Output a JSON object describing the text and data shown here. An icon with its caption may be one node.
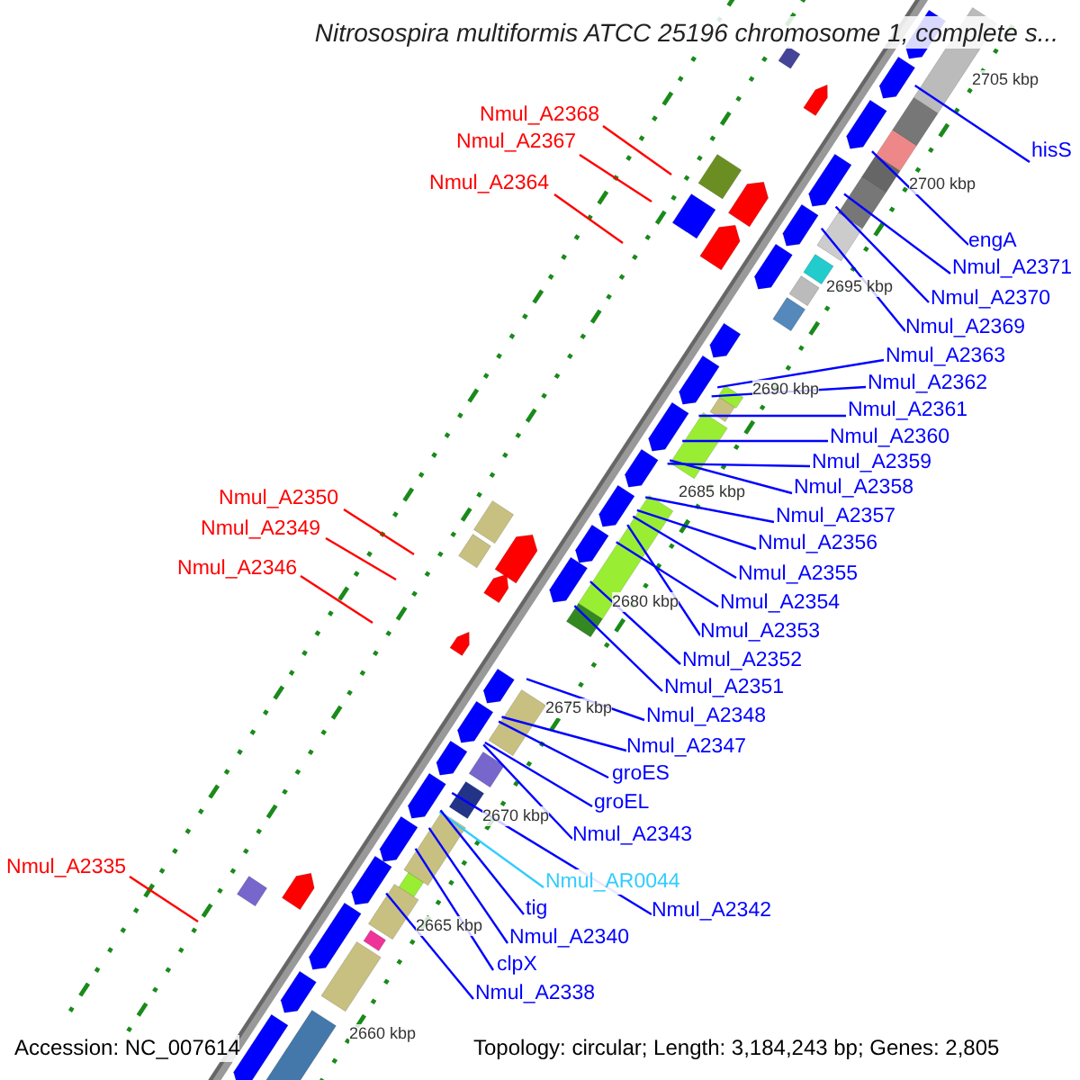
{
  "diagram": {
    "title": "Nitrosospira multiformis ATCC 25196 chromosome 1, complete s...",
    "nodes": [
      {
        "text": [
          "Nmul_A2368"
        ]
      },
      {
        "text": [
          "Nmul_A2367"
        ]
      },
      {
        "text": [
          "hisS"
        ]
      },
      {
        "text": [
          "Nmul_A2364"
        ]
      },
      {
        "text": [
          "engA"
        ]
      },
      {
        "text": [
          "Nmul_A2371"
        ]
      },
      {
        "text": [
          "Nmul_A2370"
        ]
      },
      {
        "text": [
          "Nmul_A2369"
        ]
      },
      {
        "text": [
          "Nmul_A2363"
        ]
      },
      {
        "text": [
          "Nmul_A2362"
        ]
      },
      {
        "text": [
          "Nmul_A2361"
        ]
      },
      {
        "text": [
          "Nmul_A2360"
        ]
      },
      {
        "text": [
          "Nmul_A2359"
        ]
      },
      {
        "text": [
          "Nmul_A2358"
        ]
      },
      {
        "text": [
          "Nmul_A2350"
        ]
      },
      {
        "text": [
          "Nmul_A2357"
        ]
      },
      {
        "text": [
          "Nmul_A2349"
        ]
      },
      {
        "text": [
          "Nmul_A2356"
        ]
      },
      {
        "text": [
          "Nmul_A2346"
        ]
      },
      {
        "text": [
          "Nmul_A2355"
        ]
      },
      {
        "text": [
          "Nmul_A2354"
        ]
      },
      {
        "text": [
          "Nmul_A2353"
        ]
      },
      {
        "text": [
          "Nmul_A2352"
        ]
      },
      {
        "text": [
          "Nmul_A2351"
        ]
      },
      {
        "text": [
          "Nmul_A2348"
        ]
      },
      {
        "text": [
          "Nmul_A2347"
        ]
      },
      {
        "text": [
          "groES"
        ]
      },
      {
        "text": [
          "groEL"
        ]
      },
      {
        "text": [
          "Nmul_A2343"
        ]
      },
      {
        "text": [
          "Nmul_A2335"
        ]
      },
      {
        "text": [
          "Nmul_AR0044"
        ]
      },
      {
        "text": [
          "tig"
        ]
      },
      {
        "text": [
          "Nmul_A2342"
        ]
      },
      {
        "text": [
          "Nmul_A2340"
        ]
      },
      {
        "text": [
          "clpX"
        ]
      },
      {
        "text": [
          "Nmul_A2338"
        ]
      }
    ],
    "edges": [
      {
        "from": 0,
        "to": null,
        "arrow": "none",
        "color": "#ff0000"
      },
      {
        "from": 1,
        "to": null,
        "arrow": "none",
        "color": "#ff0000"
      },
      {
        "from": 2,
        "to": null,
        "arrow": "none"
      },
      {
        "from": 3,
        "to": null,
        "arrow": "none",
        "color": "#ff0000"
      },
      {
        "from": 4,
        "to": null,
        "arrow": "none"
      },
      {
        "from": 5,
        "to": null,
        "arrow": "none"
      },
      {
        "from": 6,
        "to": null,
        "arrow": "none"
      },
      {
        "from": 7,
        "to": null,
        "arrow": "none"
      },
      {
        "from": 8,
        "to": null,
        "arrow": "none"
      },
      {
        "from": 9,
        "to": null,
        "arrow": "none"
      },
      {
        "from": 10,
        "to": null,
        "arrow": "none"
      },
      {
        "from": 11,
        "to": null,
        "arrow": "none"
      },
      {
        "from": 12,
        "to": null,
        "arrow": "none"
      },
      {
        "from": 13,
        "to": null,
        "arrow": "none"
      },
      {
        "from": 14,
        "to": null,
        "arrow": "none",
        "color": "#ff0000"
      },
      {
        "from": 15,
        "to": null,
        "arrow": "none"
      },
      {
        "from": 16,
        "to": null,
        "arrow": "none",
        "color": "#ff0000"
      },
      {
        "from": 17,
        "to": null,
        "arrow": "none"
      },
      {
        "from": 18,
        "to": null,
        "arrow": "none",
        "color": "#ff0000"
      },
      {
        "from": 19,
        "to": null,
        "arrow": "none"
      },
      {
        "from": 20,
        "to": null,
        "arrow": "none"
      },
      {
        "from": 21,
        "to": null,
        "arrow": "none"
      },
      {
        "from": 22,
        "to": null,
        "arrow": "none"
      },
      {
        "from": 23,
        "to": null,
        "arrow": "none"
      },
      {
        "from": 24,
        "to": null,
        "arrow": "none"
      },
      {
        "from": 25,
        "to": null,
        "arrow": "none"
      },
      {
        "from": 26,
        "to": null,
        "arrow": "none"
      },
      {
        "from": 27,
        "to": null,
        "arrow": "none"
      },
      {
        "from": 28,
        "to": null,
        "arrow": "none"
      },
      {
        "from": 29,
        "to": null,
        "arrow": "none",
        "color": "#ff0000"
      },
      {
        "from": 30,
        "to": null,
        "arrow": "none",
        "color": "#33ccff"
      },
      {
        "from": 31,
        "to": null,
        "arrow": "none"
      },
      {
        "from": 32,
        "to": null,
        "arrow": "none"
      },
      {
        "from": 33,
        "to": null,
        "arrow": "none"
      },
      {
        "from": 34,
        "to": null,
        "arrow": "none"
      },
      {
        "from": 35,
        "to": null,
        "arrow": "none"
      }
    ],
    "labels": [
      "2705 kbp",
      "2700 kbp",
      "2695 kbp",
      "2690 kbp",
      "2685 kbp",
      "2680 kbp",
      "2675 kbp",
      "2670 kbp",
      "2665 kbp",
      "2660 kbp",
      "Accession: NC_007614",
      "Topology: circular; Length: 3,184,243 bp; Genes: 2,805"
    ]
  }
}
